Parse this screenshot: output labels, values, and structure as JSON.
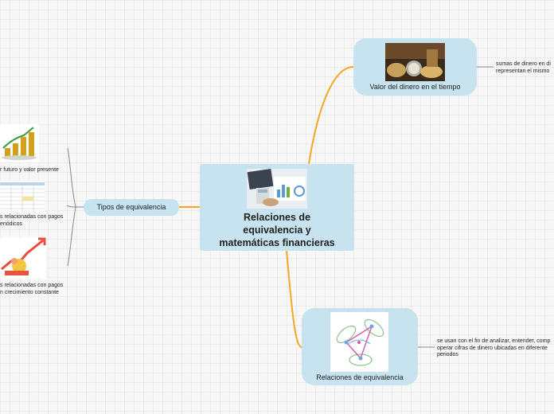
{
  "central": {
    "title": "Relaciones de\nequivalencia y\nmatemáticas financieras"
  },
  "nodes": {
    "valor": {
      "label": "Valor del dinero en el tiempo",
      "note": "sumas de dinero en di\nrepresentan el mismo"
    },
    "relaciones": {
      "label": "Relaciones de equivalencia",
      "note": "se usan con el fin de analizar, entender, comp\noperar cifras de dinero ubicadas en diferente\nperiodos"
    },
    "tipos": {
      "label": "Tipos de equivalencia",
      "children": [
        {
          "label": "r futuro y valor presente"
        },
        {
          "label": "s relacionadas con pagos\neriódicos"
        },
        {
          "label": "s relacionadas con pagos\nn crecimiento constante"
        }
      ]
    }
  },
  "colors": {
    "node_fill": "#c6e3ef",
    "connector": "#f5a623",
    "leaf_line": "#888888"
  }
}
